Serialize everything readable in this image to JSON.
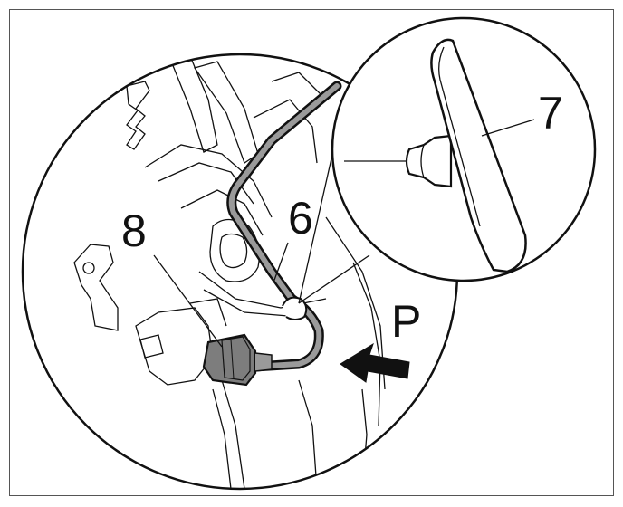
{
  "diagram": {
    "callouts": {
      "label_6": "6",
      "label_7": "7",
      "label_8": "8",
      "label_p": "P"
    },
    "colors": {
      "line": "#111111",
      "cable": "#9a9a9a",
      "connector": "#7d7d7d",
      "background": "#ffffff"
    }
  }
}
